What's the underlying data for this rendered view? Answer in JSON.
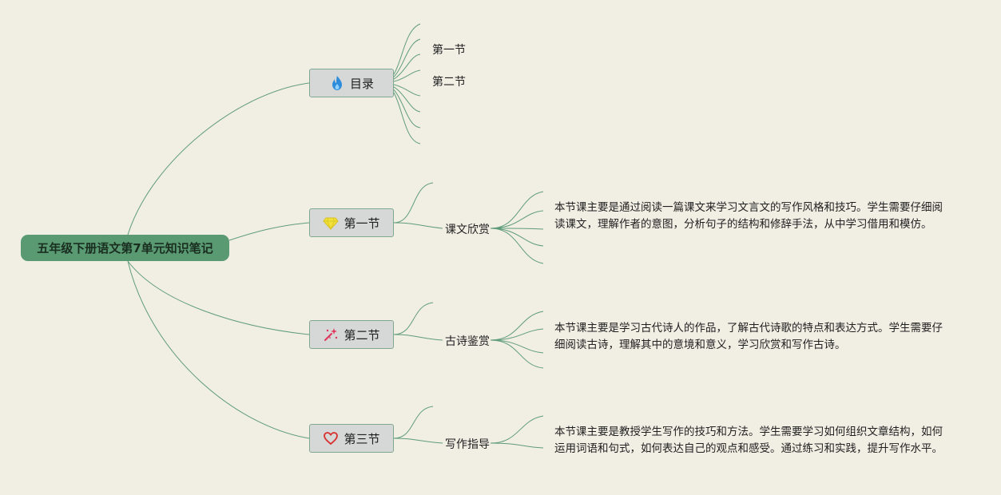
{
  "root": {
    "title": "五年级下册语文第7单元知识笔记"
  },
  "branches": [
    {
      "title": "目录",
      "icon": "fire-icon",
      "color": "#2d8ddb",
      "children": [
        "第一节",
        "第二节"
      ]
    },
    {
      "title": "第一节",
      "icon": "diamond-icon",
      "color": "#f2e13a",
      "topic": "课文欣赏",
      "text": "本节课主要是通过阅读一篇课文来学习文言文的写作风格和技巧。学生需要仔细阅读课文，理解作者的意图，分析句子的结构和修辞手法，从中学习借用和模仿。"
    },
    {
      "title": "第二节",
      "icon": "magic-wand-icon",
      "color": "#e0345a",
      "topic": "古诗鉴赏",
      "text": "本节课主要是学习古代诗人的作品，了解古代诗歌的特点和表达方式。学生需要仔细阅读古诗，理解其中的意境和意义，学习欣赏和写作古诗。"
    },
    {
      "title": "第三节",
      "icon": "heart-icon",
      "color": "#d8302f",
      "topic": "写作指导",
      "text": "本节课主要是教授学生写作的技巧和方法。学生需要学习如何组织文章结构，如何运用词语和句式，如何表达自己的观点和感受。通过练习和实践，提升写作水平。"
    }
  ],
  "colors": {
    "background": "#f1eee4",
    "root_fill": "#5a9a73",
    "box_fill": "#d6d7d7",
    "line": "#5f9c7b"
  }
}
